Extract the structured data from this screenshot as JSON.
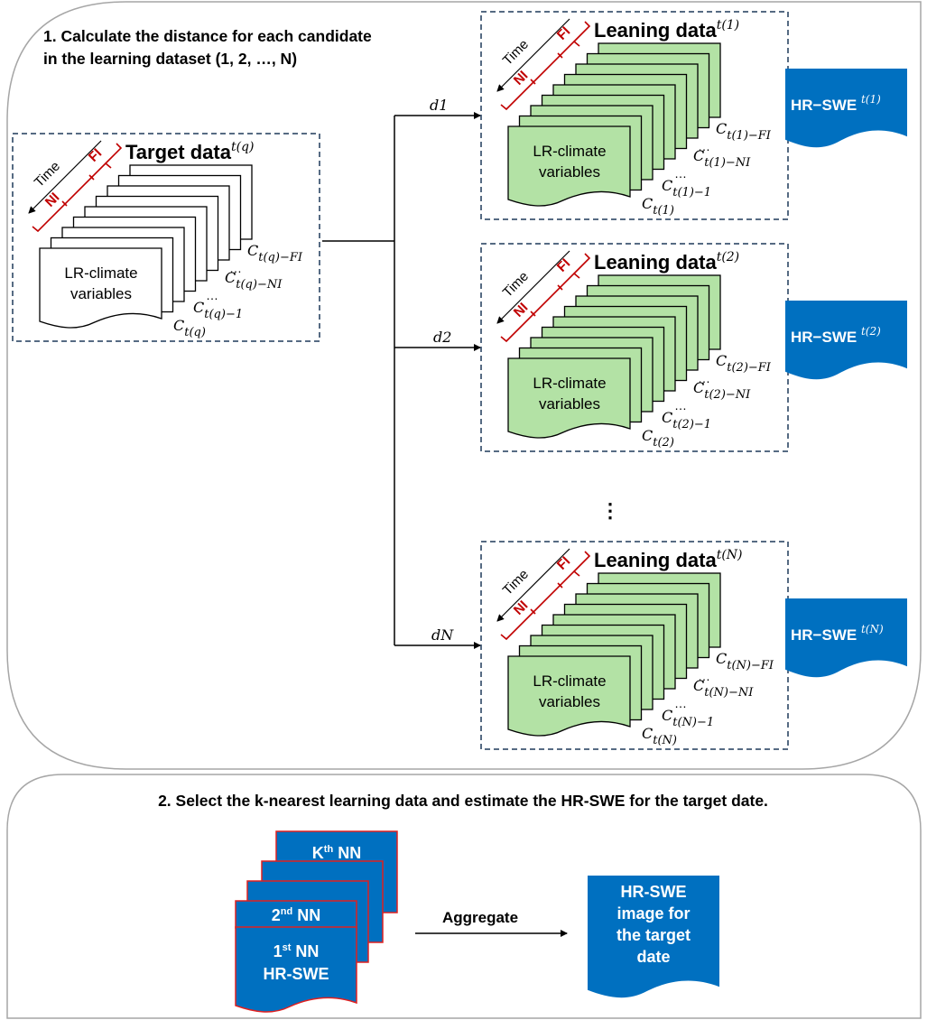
{
  "panel1": {
    "title_line1": "1. Calculate the distance for each candidate",
    "title_line2": "in the learning dataset (1, 2, …, N)"
  },
  "target": {
    "title": "Target data",
    "superscript": "t(q)",
    "time_label": "Time",
    "ni_label": "NI",
    "fi_label": "FI",
    "stack_label_line1": "LR-climate",
    "stack_label_line2": "variables",
    "frame_labels": [
      "C t(q)−FI",
      "C t(q)−NI",
      "C t(q)−1",
      "C t(q)"
    ],
    "ellipsis": "…",
    "fill_color": "#ffffff"
  },
  "branches": [
    {
      "distance_label": "d1",
      "title": "Leaning data",
      "superscript": "t(1)",
      "time_label": "Time",
      "ni_label": "NI",
      "fi_label": "FI",
      "stack_label_line1": "LR-climate",
      "stack_label_line2": "variables",
      "frame_labels": [
        "C t(1)−FI",
        "C t(1)−NI",
        "C t(1)−1",
        "C t(1)"
      ],
      "output_label": "HR−SWE",
      "output_superscript": "t(1)"
    },
    {
      "distance_label": "d2",
      "title": "Leaning data",
      "superscript": "t(2)",
      "time_label": "Time",
      "ni_label": "NI",
      "fi_label": "FI",
      "stack_label_line1": "LR-climate",
      "stack_label_line2": "variables",
      "frame_labels": [
        "C t(2)−FI",
        "C t(2)−NI",
        "C t(2)−1",
        "C t(2)"
      ],
      "output_label": "HR−SWE",
      "output_superscript": "t(2)"
    },
    {
      "distance_label": "dN",
      "title": "Leaning data",
      "superscript": "t(N)",
      "time_label": "Time",
      "ni_label": "NI",
      "fi_label": "FI",
      "stack_label_line1": "LR-climate",
      "stack_label_line2": "variables",
      "frame_labels": [
        "C t(N)−FI",
        "C t(N)−NI",
        "C t(N)−1",
        "C t(N)"
      ],
      "output_label": "HR−SWE",
      "output_superscript": "t(N)"
    }
  ],
  "vertical_ellipsis": "⋮",
  "panel2": {
    "title": "2. Select the k-nearest learning data and estimate the HR-SWE for the target date.",
    "kth_label": "K",
    "kth_sup": "th",
    "kth_suffix": " NN",
    "second_label": "2",
    "second_sup": "nd",
    "second_suffix": " NN",
    "first_label": "1",
    "first_sup": "st",
    "first_suffix": " NN",
    "first_line2": "HR-SWE",
    "arrow_label": "Aggregate",
    "result_lines": [
      "HR-SWE",
      "image for",
      "the target",
      "date"
    ]
  },
  "colors": {
    "blue": "#0070c0",
    "green": "#b3e2a5",
    "red": "#c00000",
    "frame_red": "#e02020",
    "dash": "#1f3a5a",
    "panel_border": "#a6a6a6"
  }
}
